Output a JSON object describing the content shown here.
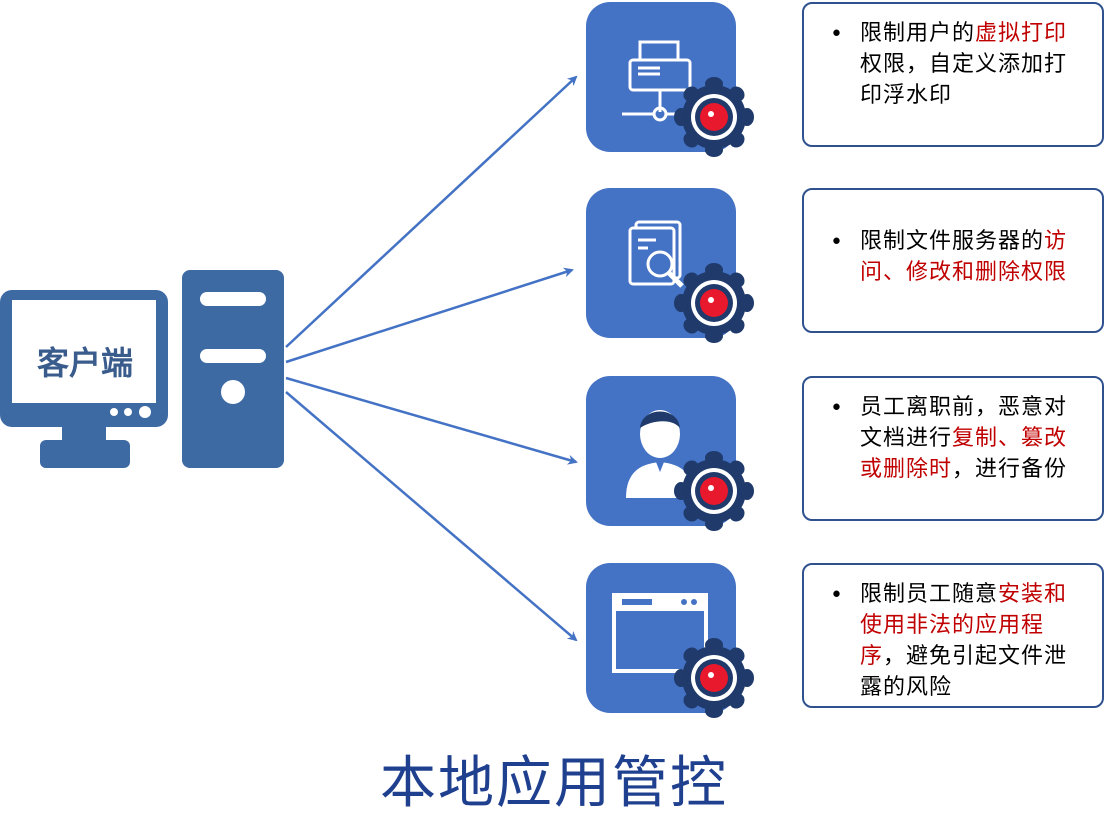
{
  "title": "本地应用管控",
  "client_label": "客户端",
  "colors": {
    "tile_blue": "#4472c4",
    "client_blue": "#3e6aa3",
    "highlight_red": "#c00000",
    "card_border": "#2f528f",
    "title_blue": "#1f3f8f"
  },
  "controls": [
    {
      "icon": "printer-network-icon",
      "segments": [
        {
          "text": "限制用户的",
          "highlight": false
        },
        {
          "text": "虚拟打印",
          "highlight": true
        },
        {
          "text": "权限，自定义添加打印浮水印",
          "highlight": false
        }
      ]
    },
    {
      "icon": "file-search-icon",
      "segments": [
        {
          "text": "限制文件服务器的",
          "highlight": false
        },
        {
          "text": "访问、修改和删除权限",
          "highlight": true
        }
      ]
    },
    {
      "icon": "user-icon",
      "segments": [
        {
          "text": "员工离职前，恶意对文档进行",
          "highlight": false
        },
        {
          "text": "复制、篡改或删除时",
          "highlight": true
        },
        {
          "text": "，进行备份",
          "highlight": false
        }
      ]
    },
    {
      "icon": "app-window-icon",
      "segments": [
        {
          "text": "限制员工随意",
          "highlight": false
        },
        {
          "text": "安装和使用非法的应用程序",
          "highlight": true
        },
        {
          "text": "，避免引起文件泄露的风险",
          "highlight": false
        }
      ]
    }
  ]
}
